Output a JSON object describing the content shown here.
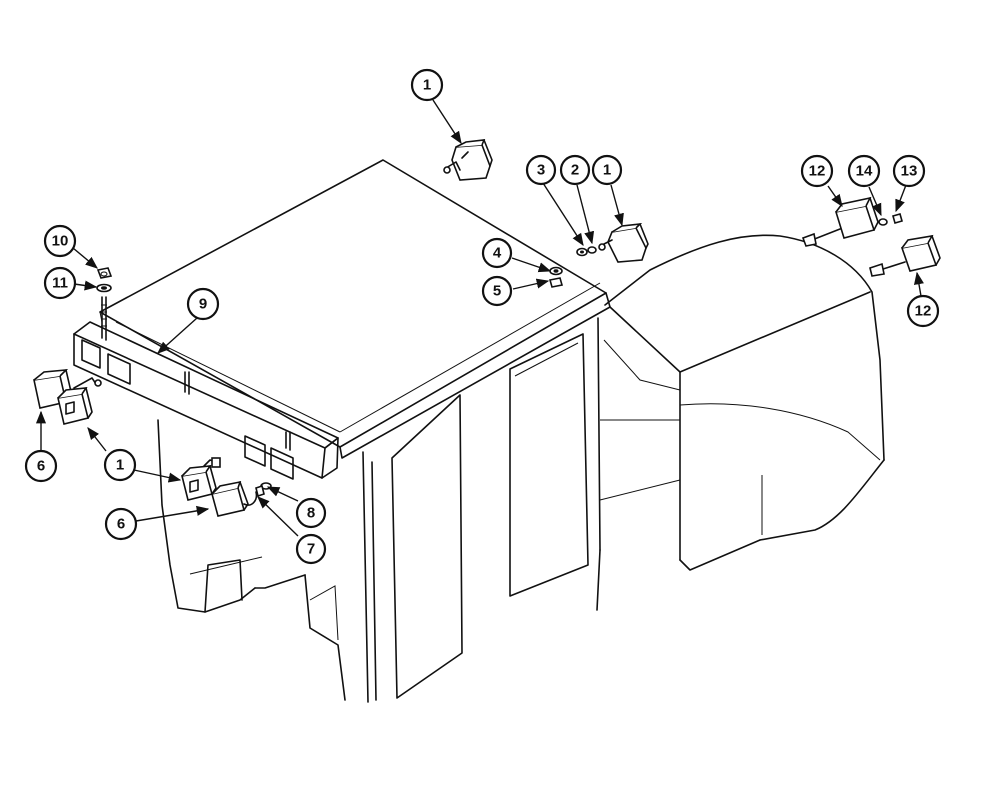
{
  "callouts": [
    {
      "label": "1"
    },
    {
      "label": "3"
    },
    {
      "label": "2"
    },
    {
      "label": "1"
    },
    {
      "label": "12"
    },
    {
      "label": "14"
    },
    {
      "label": "13"
    },
    {
      "label": "10"
    },
    {
      "label": "11"
    },
    {
      "label": "4"
    },
    {
      "label": "5"
    },
    {
      "label": "12"
    },
    {
      "label": "9"
    },
    {
      "label": "6"
    },
    {
      "label": "1"
    },
    {
      "label": "8"
    },
    {
      "label": "6"
    },
    {
      "label": "7"
    }
  ]
}
